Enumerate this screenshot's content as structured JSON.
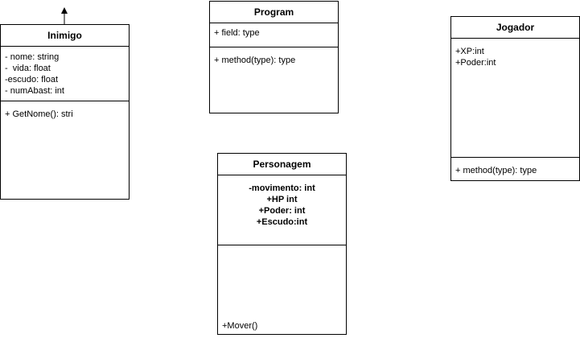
{
  "classes": {
    "inimigo": {
      "name": "Inimigo",
      "attributes": [
        "- nome: string",
        "-  vida: float",
        "-escudo: float",
        "- numAbast: int"
      ],
      "methods": [
        "+ GetNome(): stri"
      ]
    },
    "program": {
      "name": "Program",
      "attributes": [
        "+ field: type"
      ],
      "methods": [
        "+ method(type): type"
      ]
    },
    "jogador": {
      "name": "Jogador",
      "attributes": [
        "+XP:int",
        "+Poder:int"
      ],
      "methods": [
        "+ method(type): type"
      ]
    },
    "personagem": {
      "name": "Personagem",
      "attributes": [
        "-movimento: int",
        "+HP int",
        "+Poder: int",
        "+Escudo:int"
      ],
      "methods": [
        "+Mover()"
      ]
    }
  }
}
